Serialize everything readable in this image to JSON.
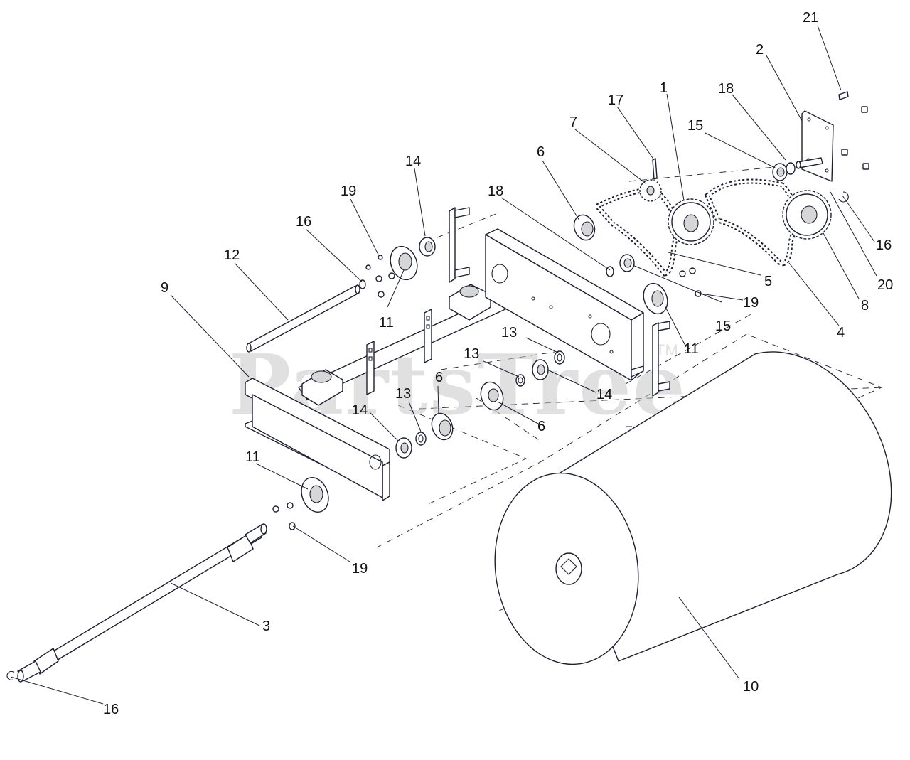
{
  "watermark": {
    "text": "PartsTree",
    "trademark": "TM"
  },
  "colors": {
    "line": "#1d1f33",
    "watermark": "#c8c8c8",
    "paper": "#ffffff"
  },
  "callouts": [
    {
      "id": "c21",
      "text": "21"
    },
    {
      "id": "c2",
      "text": "2"
    },
    {
      "id": "c1",
      "text": "1"
    },
    {
      "id": "c18a",
      "text": "18"
    },
    {
      "id": "c17",
      "text": "17"
    },
    {
      "id": "c15a",
      "text": "15"
    },
    {
      "id": "c7",
      "text": "7"
    },
    {
      "id": "c6a",
      "text": "6"
    },
    {
      "id": "c14a",
      "text": "14"
    },
    {
      "id": "c18b",
      "text": "18"
    },
    {
      "id": "c19a",
      "text": "19"
    },
    {
      "id": "c16a",
      "text": "16"
    },
    {
      "id": "c12",
      "text": "12"
    },
    {
      "id": "c9",
      "text": "9"
    },
    {
      "id": "c11a",
      "text": "11"
    },
    {
      "id": "c16b",
      "text": "16"
    },
    {
      "id": "c20",
      "text": "20"
    },
    {
      "id": "c5",
      "text": "5"
    },
    {
      "id": "c8",
      "text": "8"
    },
    {
      "id": "c19b",
      "text": "19"
    },
    {
      "id": "c15b",
      "text": "15"
    },
    {
      "id": "c4",
      "text": "4"
    },
    {
      "id": "c11b",
      "text": "11"
    },
    {
      "id": "c13a",
      "text": "13"
    },
    {
      "id": "c13b",
      "text": "13"
    },
    {
      "id": "c6b",
      "text": "6"
    },
    {
      "id": "c14b",
      "text": "14"
    },
    {
      "id": "c13c",
      "text": "13"
    },
    {
      "id": "c14c",
      "text": "14"
    },
    {
      "id": "c6c",
      "text": "6"
    },
    {
      "id": "c11c",
      "text": "11"
    },
    {
      "id": "c19c",
      "text": "19"
    },
    {
      "id": "c3",
      "text": "3"
    },
    {
      "id": "c10",
      "text": "10"
    },
    {
      "id": "c16c",
      "text": "16"
    }
  ]
}
